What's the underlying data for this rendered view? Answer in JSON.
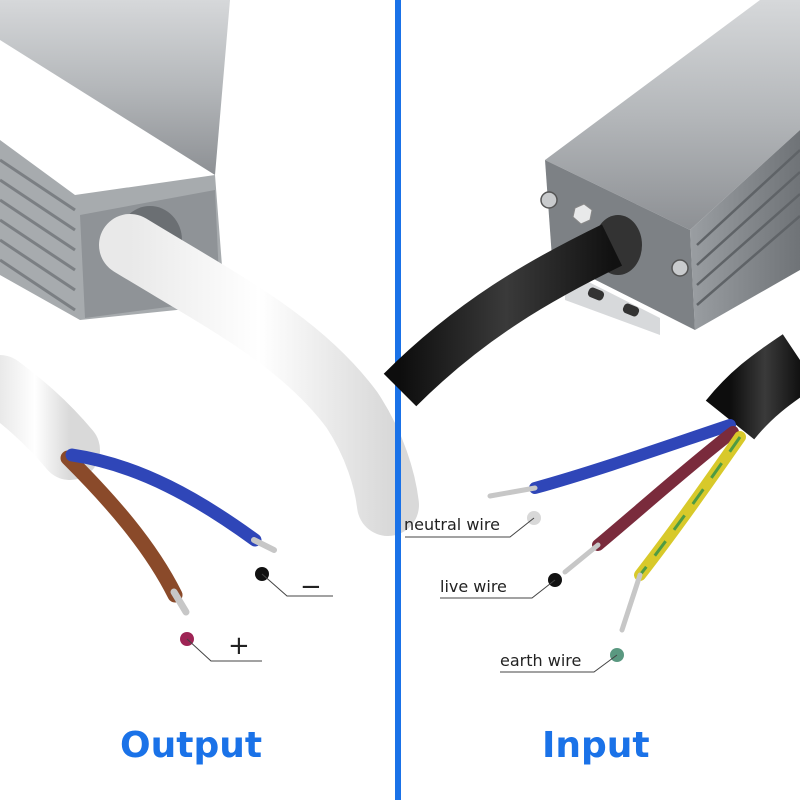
{
  "panels": {
    "output": {
      "title": "Output",
      "minus_label": "−",
      "plus_label": "+"
    },
    "input": {
      "title": "Input",
      "neutral_label": "neutral wire",
      "live_label": "live wire",
      "earth_label": "earth wire"
    }
  },
  "colors": {
    "divider": "#1a72e8",
    "title": "#1a72e8",
    "housing": "#b9bcbf",
    "output_cable": "#f4f4f4",
    "input_cable": "#1c1c1c",
    "wire_blue": "#2f46b8",
    "wire_brown": "#8a4a2a",
    "wire_maroon": "#7a2b3c",
    "wire_yellow_green": "#d8c92a",
    "dot_neutral": "#d8d8d8",
    "dot_live": "#111111",
    "dot_earth": "#5a9880",
    "dot_minus": "#111111",
    "dot_plus": "#9e2455"
  }
}
